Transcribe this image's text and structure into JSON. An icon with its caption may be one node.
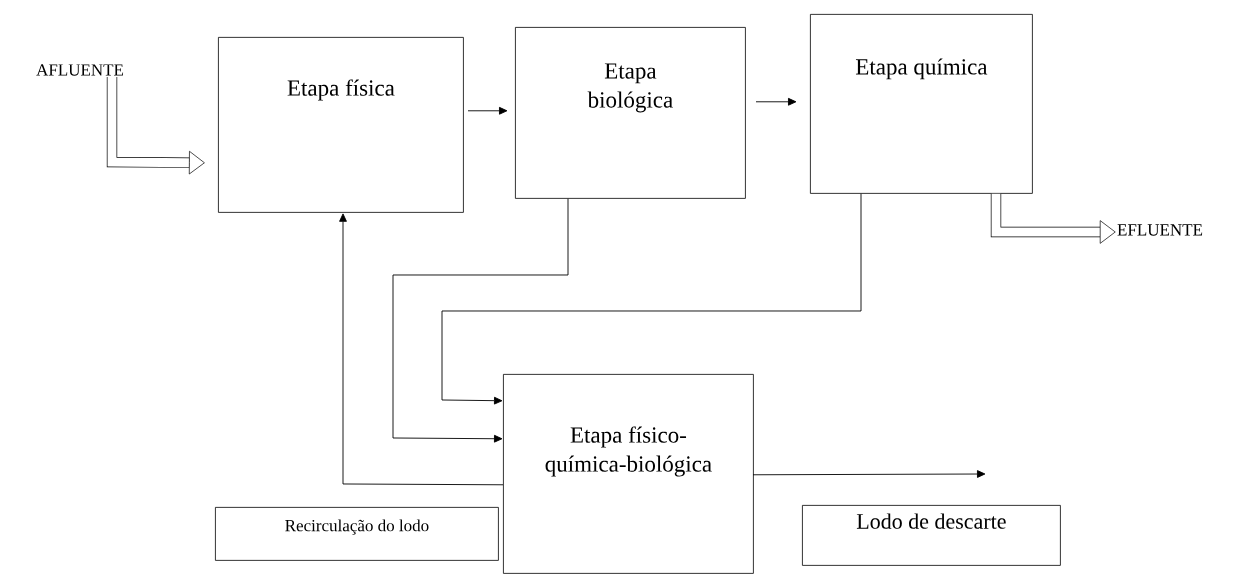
{
  "diagram": {
    "nodes": [
      {
        "text": [
          "AFLUENTE"
        ]
      },
      {
        "text": [
          "Etapa física"
        ]
      },
      {
        "text": [
          "Etapa biológica"
        ]
      },
      {
        "text": [
          "Etapa química"
        ]
      },
      {
        "text": [
          "EFLUENTE"
        ]
      },
      {
        "text": [
          "Etapa físico-química-biológica"
        ]
      },
      {
        "text": [
          "Recirculação do lodo"
        ]
      },
      {
        "text": [
          "Lodo de descarte"
        ]
      }
    ],
    "edges": [
      {
        "from": 0,
        "to": 1,
        "arrow": "to",
        "style": "thick"
      },
      {
        "from": 1,
        "to": 2,
        "arrow": "to"
      },
      {
        "from": 2,
        "to": 3,
        "arrow": "to"
      },
      {
        "from": 3,
        "to": 4,
        "arrow": "to",
        "style": "thick"
      },
      {
        "from": 2,
        "to": 5,
        "arrow": "to"
      },
      {
        "from": 3,
        "to": 5,
        "arrow": "to"
      },
      {
        "from": 5,
        "to": 1,
        "arrow": "to"
      },
      {
        "from": 5,
        "to": null,
        "arrow": "to"
      }
    ]
  }
}
